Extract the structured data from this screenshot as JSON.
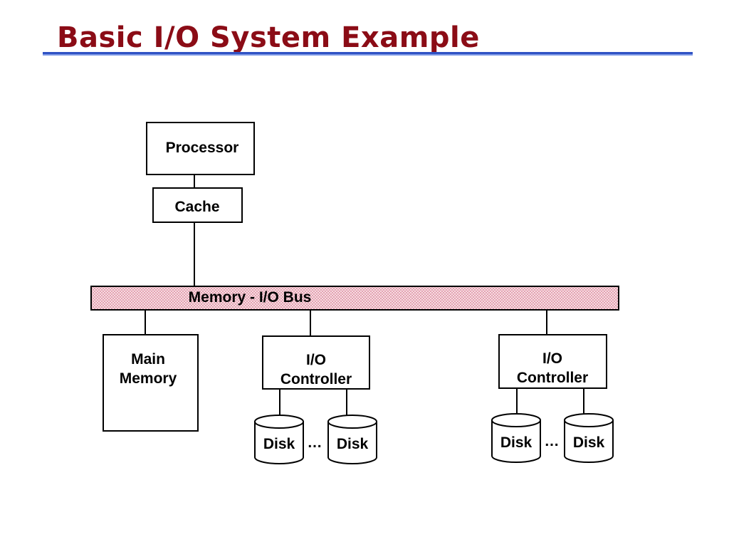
{
  "slide": {
    "title": "Basic I/O System Example"
  },
  "diagram": {
    "processor": "Processor",
    "cache": "Cache",
    "bus": "Memory - I/O Bus",
    "main_memory": [
      "Main",
      "Memory"
    ],
    "io_controller_left": [
      "I/O",
      "Controller"
    ],
    "io_controller_right": [
      "I/O",
      "Controller"
    ],
    "disks_left": [
      "Disk",
      "Disk"
    ],
    "disks_right": [
      "Disk",
      "Disk"
    ],
    "ellipsis": "…"
  },
  "colors": {
    "title": "#8b0c16",
    "rule": "#2f52c4",
    "bus_fill": "#f2c9d2"
  }
}
